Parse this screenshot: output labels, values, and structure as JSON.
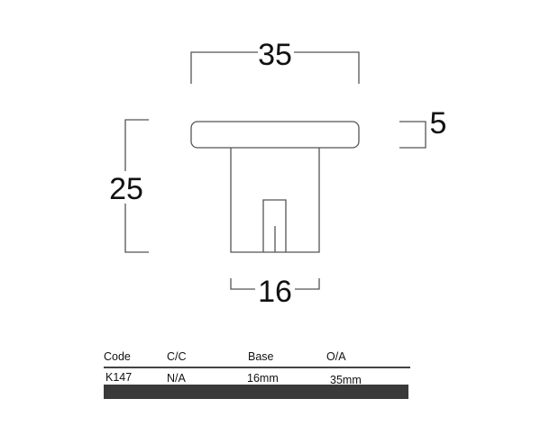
{
  "dimensions": {
    "width": "35",
    "height": "25",
    "cap": "5",
    "base": "16"
  },
  "table": {
    "headers": [
      "Code",
      "C/C",
      "Base",
      "O/A"
    ],
    "row": [
      "K147",
      "N/A",
      "16mm",
      "35mm"
    ]
  },
  "colors": {
    "line": "#555555",
    "bar": "#3a3a3a"
  }
}
